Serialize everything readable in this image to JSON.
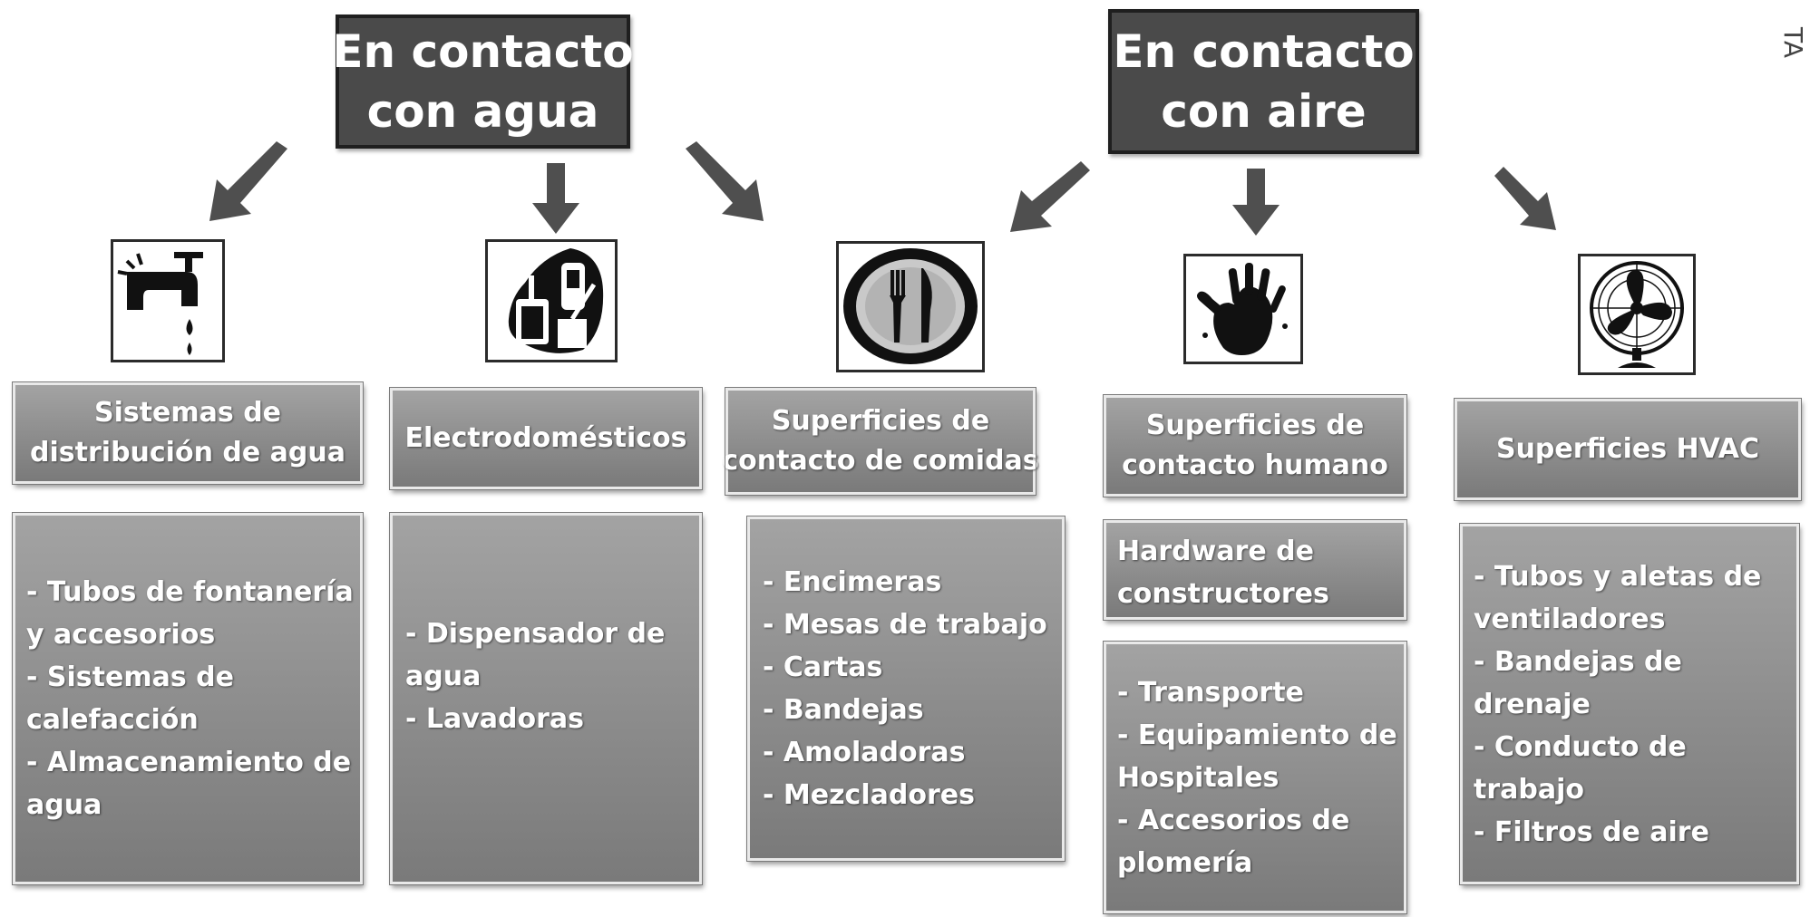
{
  "roots": {
    "water": "En contacto con agua",
    "air": "En contacto con aire",
    "water_lines": [
      "En contacto",
      "con agua"
    ],
    "air_lines": [
      "En contacto",
      "con aire"
    ]
  },
  "edge_label": "TA",
  "columns": [
    {
      "icon": "faucet-icon",
      "category_lines": [
        "Sistemas de",
        "distribución de agua"
      ],
      "details": [
        "- Tubos de fontanería",
        "y accesorios",
        "- Sistemas de",
        "calefacción",
        "- Almacenamiento de",
        "agua"
      ]
    },
    {
      "icon": "cleaning-supplies-icon",
      "category_lines": [
        "Electrodomésticos"
      ],
      "details": [
        "- Dispensador de",
        "agua",
        "- Lavadoras"
      ]
    },
    {
      "icon": "plate-cutlery-icon",
      "category_lines": [
        "Superficies de",
        "contacto de comidas"
      ],
      "details": [
        "- Encimeras",
        "- Mesas de trabajo",
        "- Cartas",
        "- Bandejas",
        "- Amoladoras",
        "- Mezcladores"
      ]
    },
    {
      "icon": "handprint-icon",
      "category_lines": [
        "Superficies de",
        "contacto humano"
      ],
      "sub_header_lines": [
        "Hardware de",
        "constructores"
      ],
      "details": [
        "- Transporte",
        "- Equipamiento de",
        "Hospitales",
        "- Accesorios de",
        "plomería"
      ]
    },
    {
      "icon": "fan-icon",
      "category_lines": [
        "Superficies HVAC"
      ],
      "details": [
        "- Tubos y aletas de",
        "ventiladores",
        "- Bandejas de",
        "drenaje",
        "- Conducto de",
        "trabajo",
        "- Filtros de aire"
      ]
    }
  ],
  "colors": {
    "root_fill": "#4a4a4a",
    "box_fill": "#8c8c8c",
    "arrow_fill": "#4f4f4f",
    "text": "#ffffff"
  }
}
